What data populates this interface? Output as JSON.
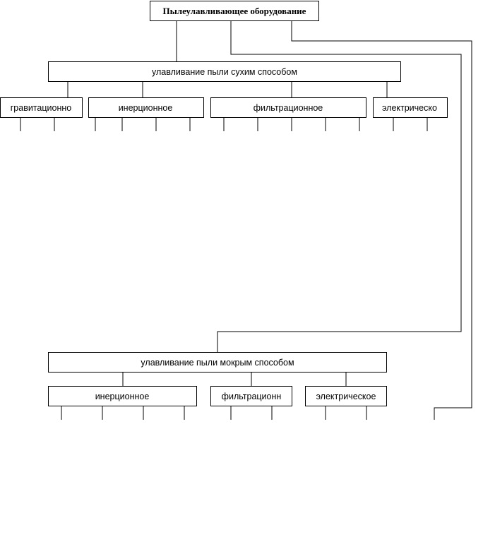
{
  "diagram": {
    "root": {
      "label": "Пылеулавливающее оборудование"
    },
    "dry": {
      "label": "улавливание пыли сухим способом",
      "children": [
        {
          "label": "гравитационно"
        },
        {
          "label": "инерционное"
        },
        {
          "label": "фильтрационное"
        },
        {
          "label": "электрическо"
        }
      ]
    },
    "wet": {
      "label": "улавливание пыли мокрым способом",
      "children": [
        {
          "label": "инерционное"
        },
        {
          "label": "фильтрационн"
        },
        {
          "label": "электрическое"
        }
      ]
    }
  }
}
